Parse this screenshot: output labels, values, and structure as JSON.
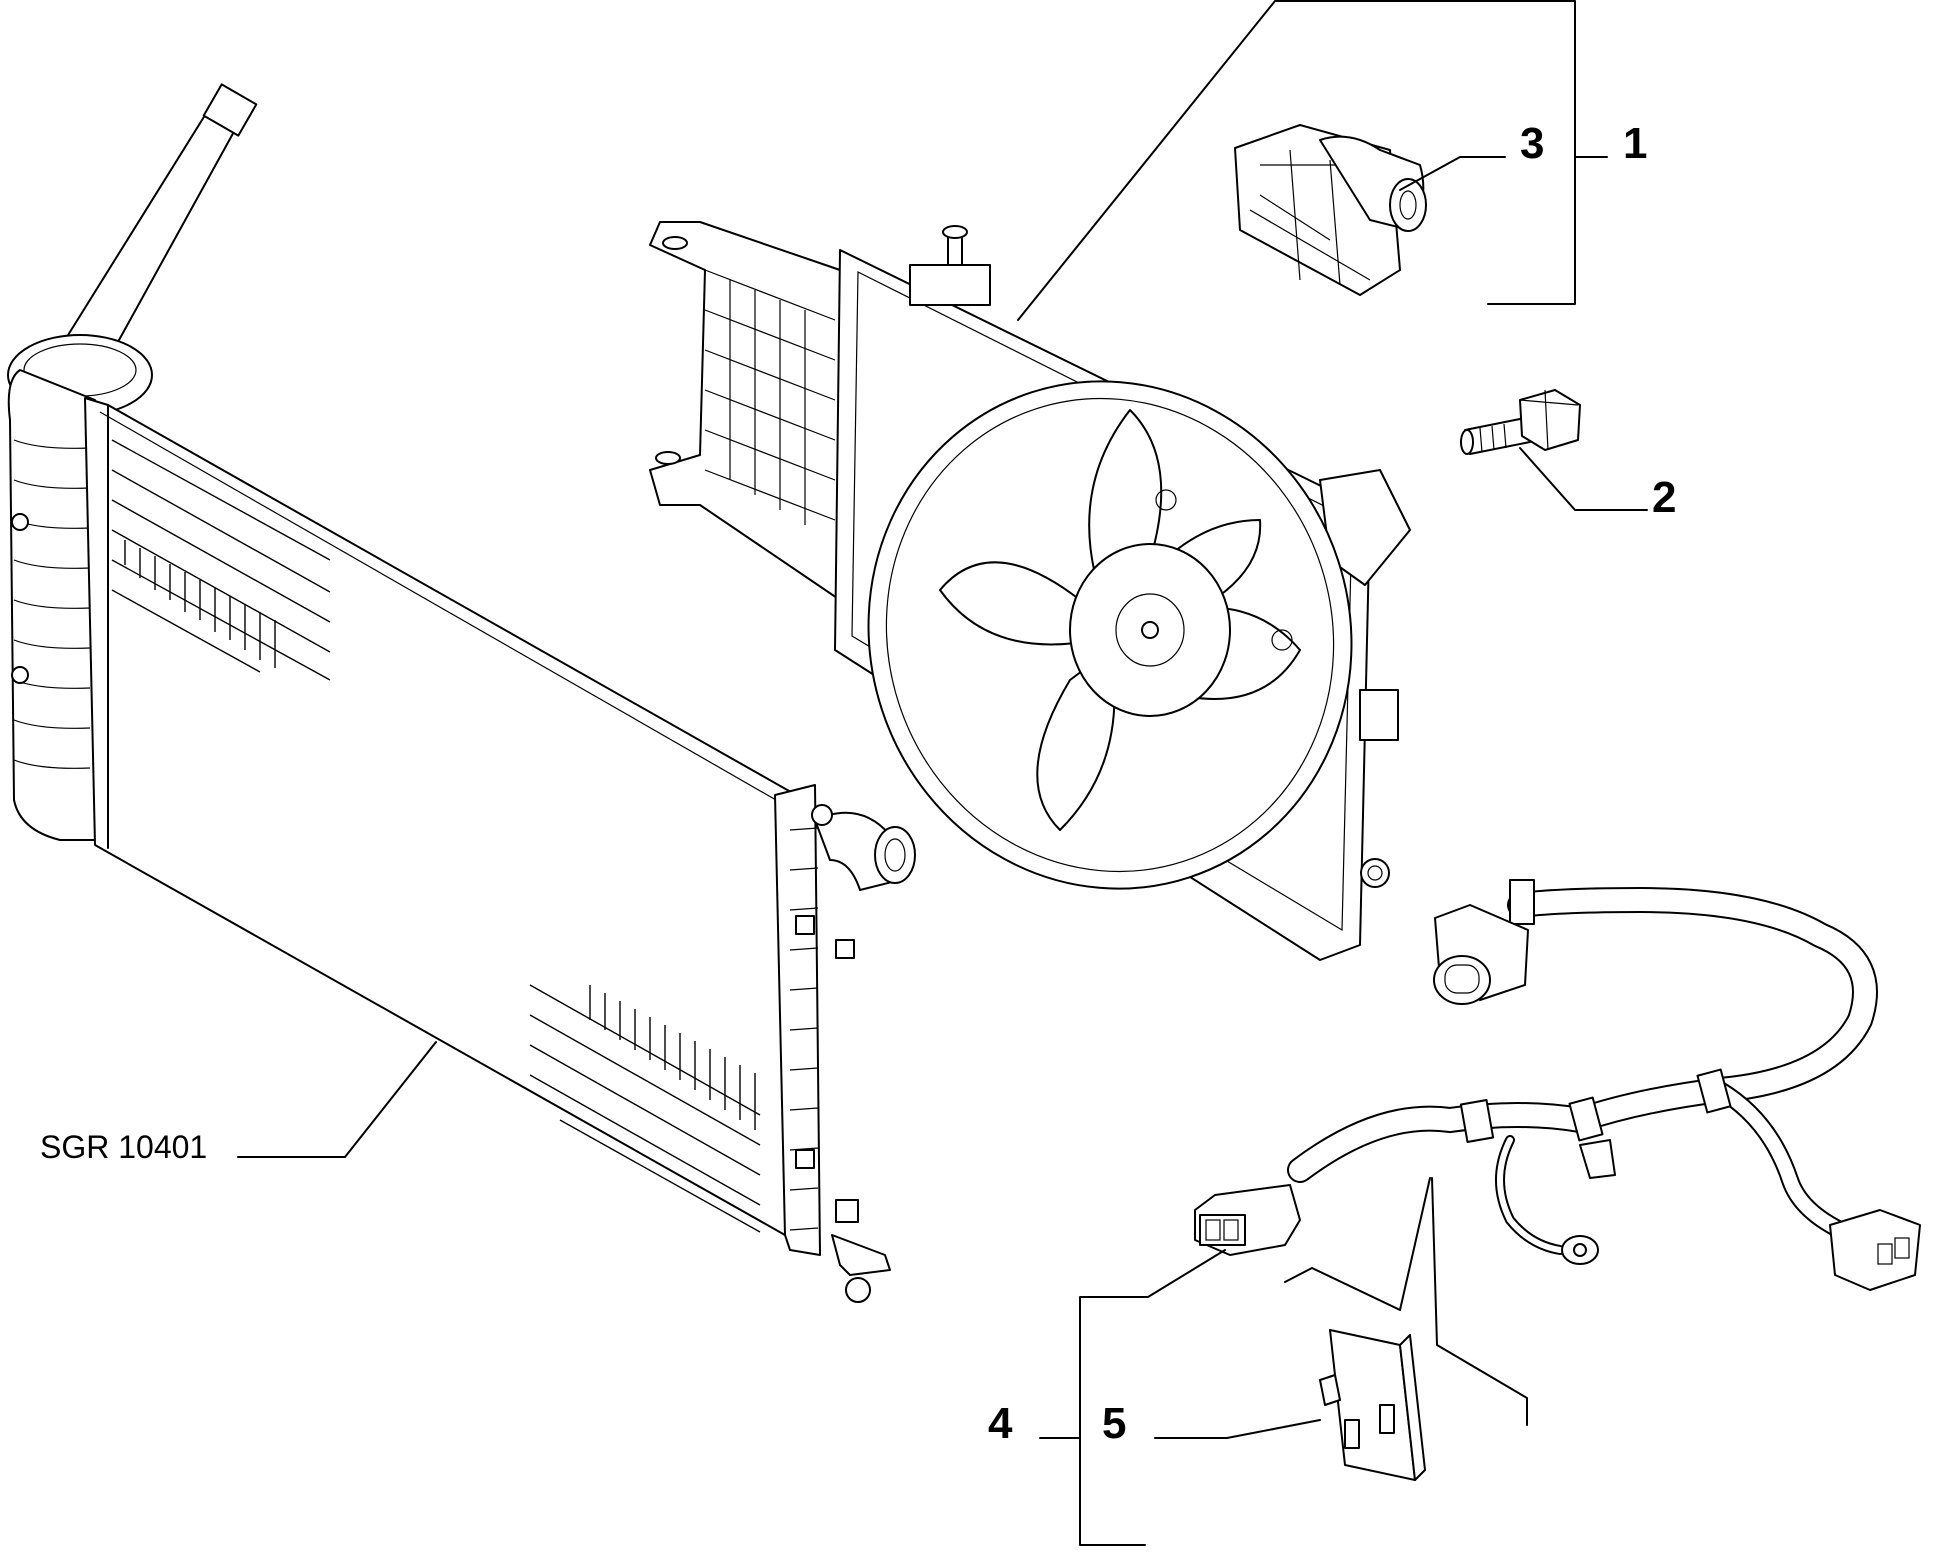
{
  "diagram": {
    "reference_code": "SGR 10401",
    "callouts": [
      "1",
      "2",
      "3",
      "4",
      "5"
    ]
  }
}
